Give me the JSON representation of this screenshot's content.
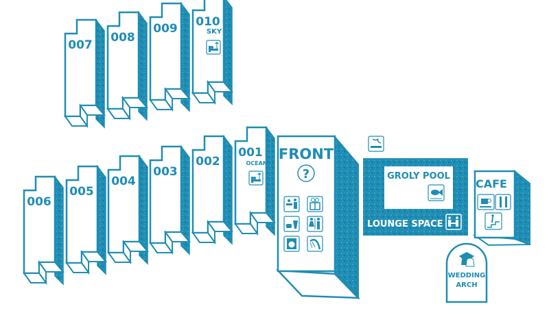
{
  "colors": {
    "accent": "#1f8db3",
    "accent_dark": "#1a7fa3",
    "background": "#ffffff"
  },
  "rooms_top": [
    {
      "number": "007",
      "name": "",
      "icon": ""
    },
    {
      "number": "008",
      "name": "",
      "icon": ""
    },
    {
      "number": "009",
      "name": "",
      "icon": ""
    },
    {
      "number": "010",
      "name": "SKY",
      "icon": "bed-icon"
    }
  ],
  "rooms_bottom": [
    {
      "number": "006",
      "name": "",
      "icon": ""
    },
    {
      "number": "005",
      "name": "",
      "icon": ""
    },
    {
      "number": "004",
      "name": "",
      "icon": ""
    },
    {
      "number": "003",
      "name": "",
      "icon": ""
    },
    {
      "number": "002",
      "name": "",
      "icon": ""
    },
    {
      "number": "001",
      "name": "OCEAN",
      "icon": "bed-icon"
    }
  ],
  "front": {
    "title": "FRONT",
    "icons": [
      "help-icon",
      "reception-icon",
      "gift-icon",
      "food-drink-icon",
      "restroom-icon",
      "laundry-icon",
      "shower-icon"
    ]
  },
  "smoking": {
    "icon": "smoking-area-icon"
  },
  "lounge": {
    "pool_label": "GROLY POOL",
    "pool_icon": "fish-icon",
    "label": "LOUNGE SPACE",
    "lounge_icon": "lounge-icon"
  },
  "cafe": {
    "title": "CAFE",
    "icons": [
      "coffee-icon",
      "cutlery-icon",
      "stairs-icon"
    ]
  },
  "wedding": {
    "line1": "WEDDING",
    "line2": "ARCH",
    "icon": "wedding-bells-icon"
  }
}
